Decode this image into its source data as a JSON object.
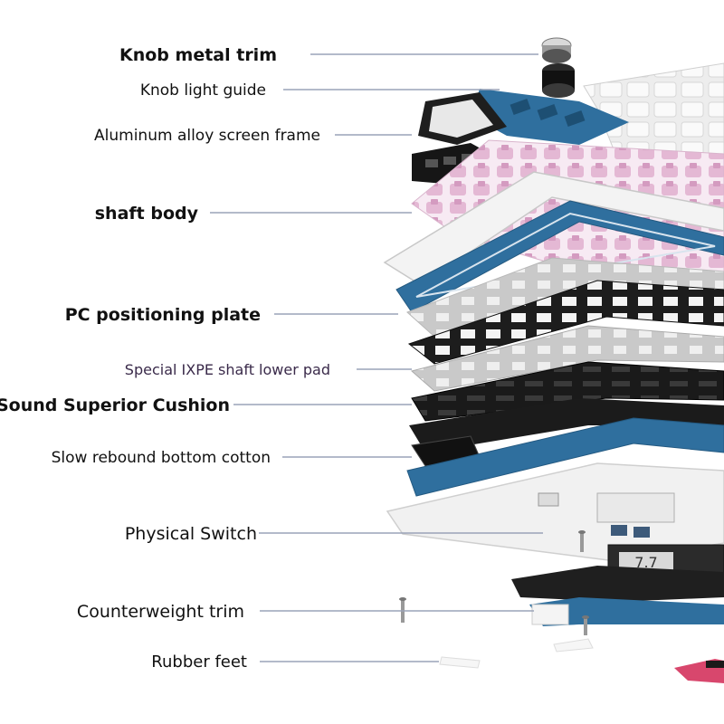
{
  "labels": {
    "knob_metal_trim": "Knob metal trim",
    "knob_light_guide": "Knob light guide",
    "screen_frame": "Aluminum alloy screen frame",
    "shaft_body": "shaft body",
    "pc_plate": "PC positioning plate",
    "ixpe_pad": "Special IXPE shaft lower pad",
    "sound_cushion": "Sound Superior Cushion",
    "bottom_cotton": "Slow rebound bottom cotton",
    "physical_switch": "Physical Switch",
    "counterweight_trim": "Counterweight trim",
    "rubber_feet": "Rubber feet"
  },
  "screen_text": "7.7",
  "colors": {
    "label_text": "#111111",
    "label_text_alt": "#3a2a4a",
    "leader_line": "#9aa3b8",
    "blue": "#2f6f9e",
    "pink": "#e2b6d2",
    "black_layer": "#1c1c1c",
    "white_case": "#f2f2f2",
    "gray_layer": "#cfcfcf"
  }
}
